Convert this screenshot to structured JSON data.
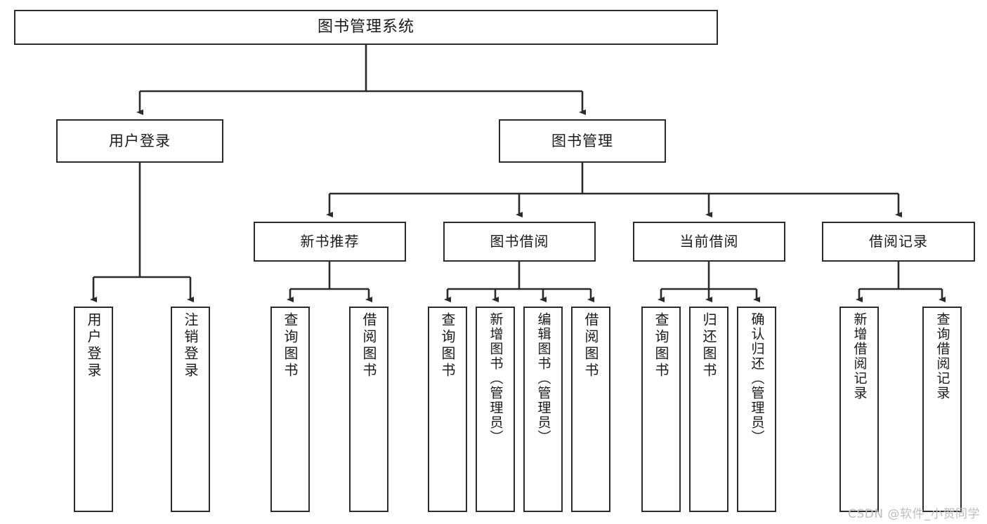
{
  "diagram": {
    "type": "tree",
    "title": "图书管理系统",
    "style": {
      "box_border_color": "#2b2b2b",
      "box_fill_color": "#ffffff",
      "connector_color": "#2b2b2b",
      "text_color": "#1a1a1a",
      "background_color": "#ffffff",
      "watermark_color": "#bdbdbd"
    },
    "levels": {
      "level1": [
        {
          "id": "root",
          "label": "图书管理系统"
        }
      ],
      "level2": [
        {
          "id": "user-login",
          "label": "用户登录",
          "parent": "root"
        },
        {
          "id": "book-manage",
          "label": "图书管理",
          "parent": "root"
        }
      ],
      "level3": [
        {
          "id": "new-book-rec",
          "label": "新书推荐",
          "parent": "book-manage"
        },
        {
          "id": "book-borrow",
          "label": "图书借阅",
          "parent": "book-manage"
        },
        {
          "id": "current-borrow",
          "label": "当前借阅",
          "parent": "book-manage"
        },
        {
          "id": "borrow-record",
          "label": "借阅记录",
          "parent": "book-manage"
        }
      ],
      "level4": [
        {
          "id": "leaf-user-login",
          "label": "用户登录",
          "parent": "user-login"
        },
        {
          "id": "leaf-user-logout",
          "label": "注销登录",
          "parent": "user-login"
        },
        {
          "id": "leaf-rec-query",
          "label": "查询图书",
          "parent": "new-book-rec"
        },
        {
          "id": "leaf-rec-borrow",
          "label": "借阅图书",
          "parent": "new-book-rec"
        },
        {
          "id": "leaf-borrow-query",
          "label": "查询图书",
          "parent": "book-borrow"
        },
        {
          "id": "leaf-borrow-add",
          "label": "新增图书（管理员）",
          "parent": "book-borrow"
        },
        {
          "id": "leaf-borrow-edit",
          "label": "编辑图书（管理员）",
          "parent": "book-borrow"
        },
        {
          "id": "leaf-borrow-lend",
          "label": "借阅图书",
          "parent": "book-borrow"
        },
        {
          "id": "leaf-cur-query",
          "label": "查询图书",
          "parent": "current-borrow"
        },
        {
          "id": "leaf-cur-return",
          "label": "归还图书",
          "parent": "current-borrow"
        },
        {
          "id": "leaf-cur-confirm",
          "label": "确认归还（管理员）",
          "parent": "current-borrow"
        },
        {
          "id": "leaf-rec-add",
          "label": "新增借阅记录",
          "parent": "borrow-record"
        },
        {
          "id": "leaf-rec-query2",
          "label": "查询借阅记录",
          "parent": "borrow-record"
        }
      ]
    }
  },
  "watermark": {
    "text": "CSDN @软件_小贺同学"
  }
}
